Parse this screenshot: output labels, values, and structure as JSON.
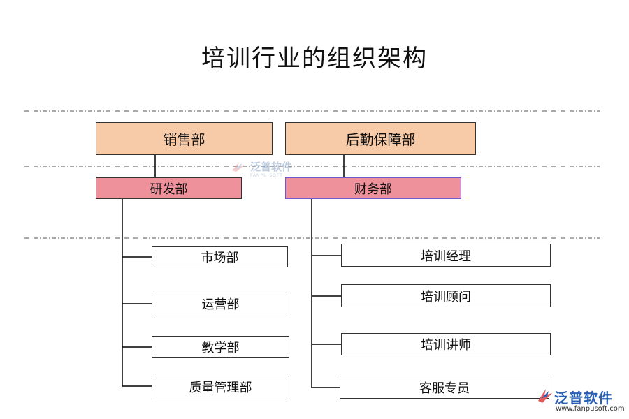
{
  "title": "培训行业的组织架构",
  "top_row": [
    {
      "label": "销售部",
      "color": "#f8cba8"
    },
    {
      "label": "后勤保障部",
      "color": "#f8cba8"
    }
  ],
  "second_row": [
    {
      "label": "研发部",
      "color": "#ef919a"
    },
    {
      "label": "财务部",
      "color": "#ef919a"
    }
  ],
  "left_children": [
    "市场部",
    "运营部",
    "教学部",
    "质量管理部"
  ],
  "right_children": [
    "培训经理",
    "培训顾问",
    "培训讲师",
    "客服专员"
  ],
  "watermark": {
    "text": "泛普软件",
    "sub": "FANPU SOFT"
  },
  "logo": {
    "name": "泛普软件",
    "url": "www.fanpusoft.com",
    "icon": "fanpu-logo-icon"
  }
}
